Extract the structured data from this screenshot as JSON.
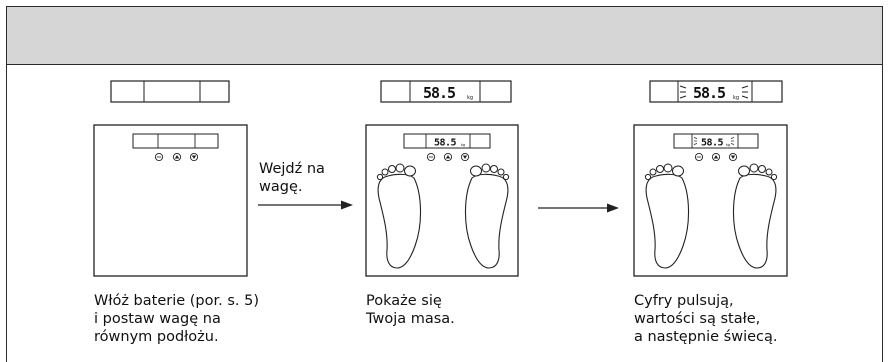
{
  "steps": [
    {
      "display": "",
      "caption": "Włóż baterie (por. s. 5)\ni postaw wagę na\nrównym podłożu."
    },
    {
      "display": "58.5",
      "unit": "kg",
      "caption": "Pokaże się\nTwoja masa."
    },
    {
      "display": "58.5",
      "unit": "kg",
      "caption": "Cyfry pulsują,\nwartości są stałe,\na następnie świecą."
    }
  ],
  "transitions": [
    {
      "label": "Wejdź na\nwagę."
    },
    {
      "label": ""
    }
  ],
  "colors": {
    "header_band": "#d6d6d6",
    "line": "#2a2a2a"
  },
  "icons": [
    "set-button-icon",
    "up-arrow-button-icon",
    "down-arrow-button-icon",
    "foot-icon"
  ]
}
